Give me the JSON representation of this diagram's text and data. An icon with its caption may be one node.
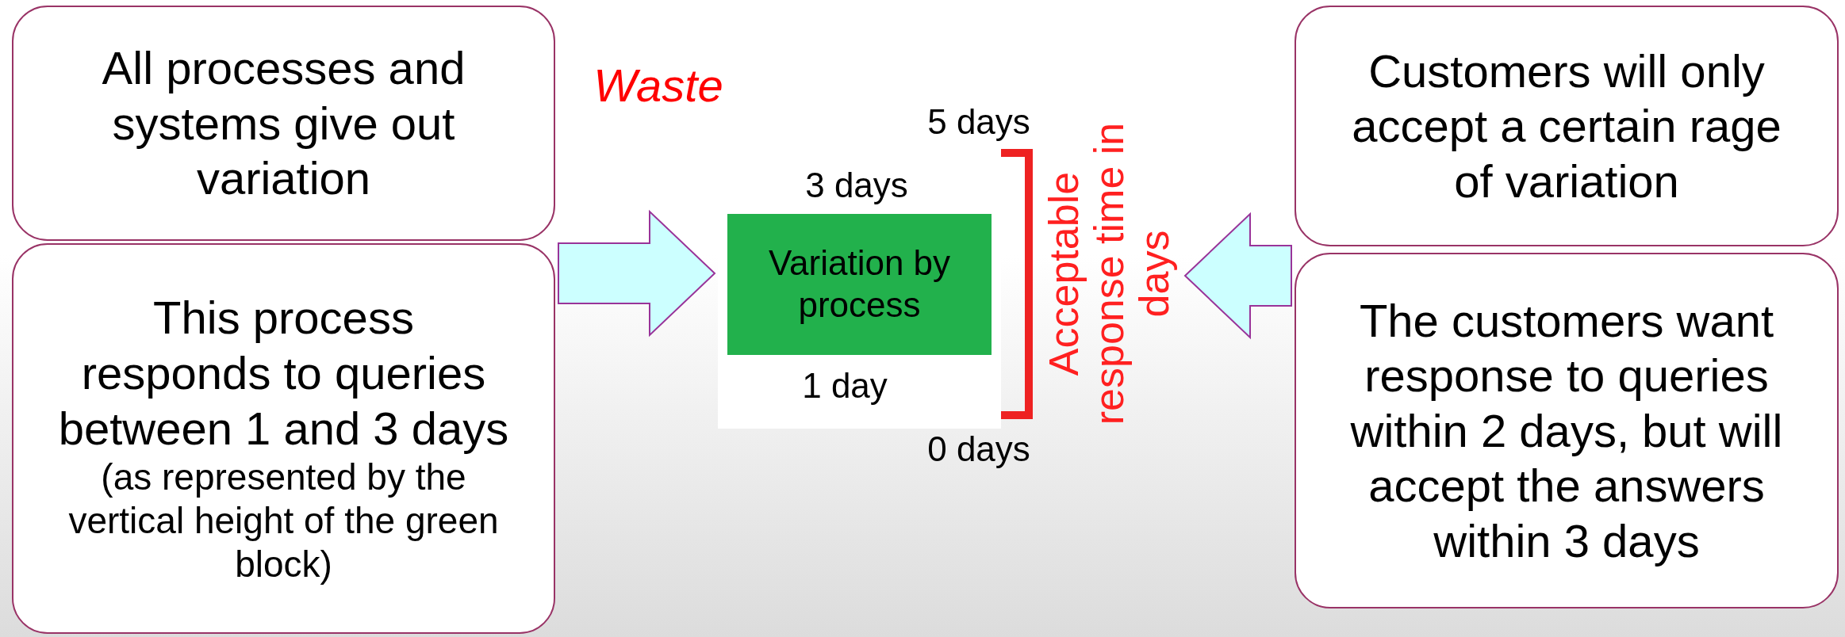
{
  "diagram": {
    "nodes": [
      {
        "text": [
          "All processes and systems give out variation"
        ]
      },
      {
        "text": [
          "This process responds to queries between 1 and 3 days",
          "(as represented by the vertical height of the green block)"
        ]
      },
      {
        "text": [],
        "shape": "box"
      },
      {
        "text": [
          "Variation by process"
        ],
        "in": 2
      },
      {
        "text": [
          "Customers will only accept a certain rage of variation"
        ]
      },
      {
        "text": [
          "The customers want response to queries within 2 days, but will accept the answers within 3 days"
        ]
      },
      {
        "text": [
          "Acceptable response time in days"
        ]
      }
    ],
    "edges": [
      {
        "from": 1,
        "to": 2,
        "arrow": "to"
      },
      {
        "from": 5,
        "to": 6,
        "arrow": "to"
      }
    ],
    "labels": [
      "Waste",
      "5 days",
      "3 days",
      "1 day",
      "0 days"
    ]
  }
}
